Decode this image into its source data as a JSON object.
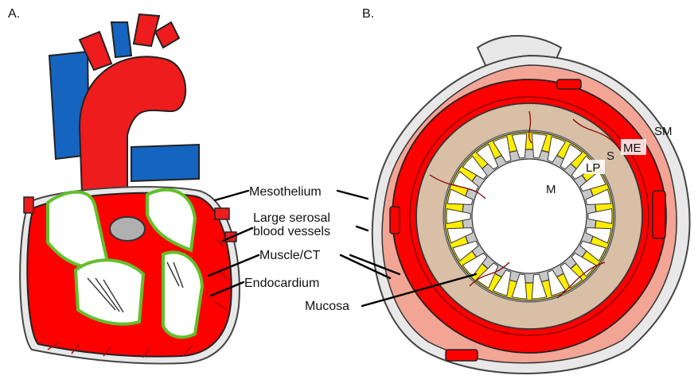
{
  "panels": {
    "a": "A.",
    "b": "B."
  },
  "labels": {
    "mesothelium": "Mesothelium",
    "large_serosal_1": "Large serosal",
    "large_serosal_2": "blood vessels",
    "muscle_ct": "Muscle/CT",
    "endocardium": "Endocardium",
    "mucosa": "Mucosa",
    "sm": "SM",
    "me": "ME",
    "s": "S",
    "lp": "LP",
    "m": "M"
  },
  "colors": {
    "myocardium": "#ff0000",
    "vein_blue": "#1565c0",
    "endocardium_green": "#62c02a",
    "mucosa_yellow": "#ffee00",
    "submucosa_tan": "#d8bfa5",
    "lamina_gray": "#c8c8c8",
    "serosa_pink": "#f2a595",
    "outline": "#333333"
  }
}
